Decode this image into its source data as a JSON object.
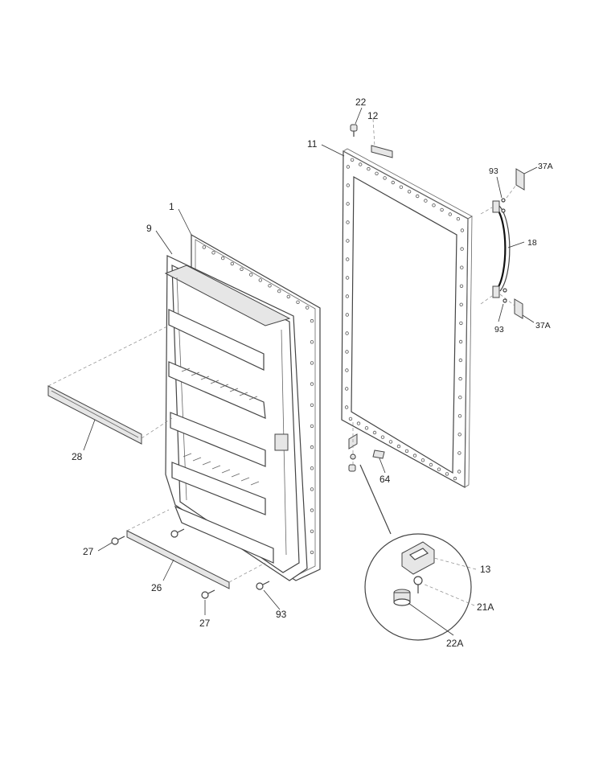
{
  "callouts": {
    "c1": "1",
    "c9": "9",
    "c28": "28",
    "c27a": "27",
    "c26": "26",
    "c27b": "27",
    "c93_bottom": "93",
    "c11": "11",
    "c22": "22",
    "c12": "12",
    "c64": "64",
    "c93_top": "93",
    "c37A_top": "37A",
    "c18": "18",
    "c93_mid": "93",
    "c37A_bottom": "37A",
    "c13": "13",
    "c21A": "21A",
    "c22A": "22A"
  }
}
